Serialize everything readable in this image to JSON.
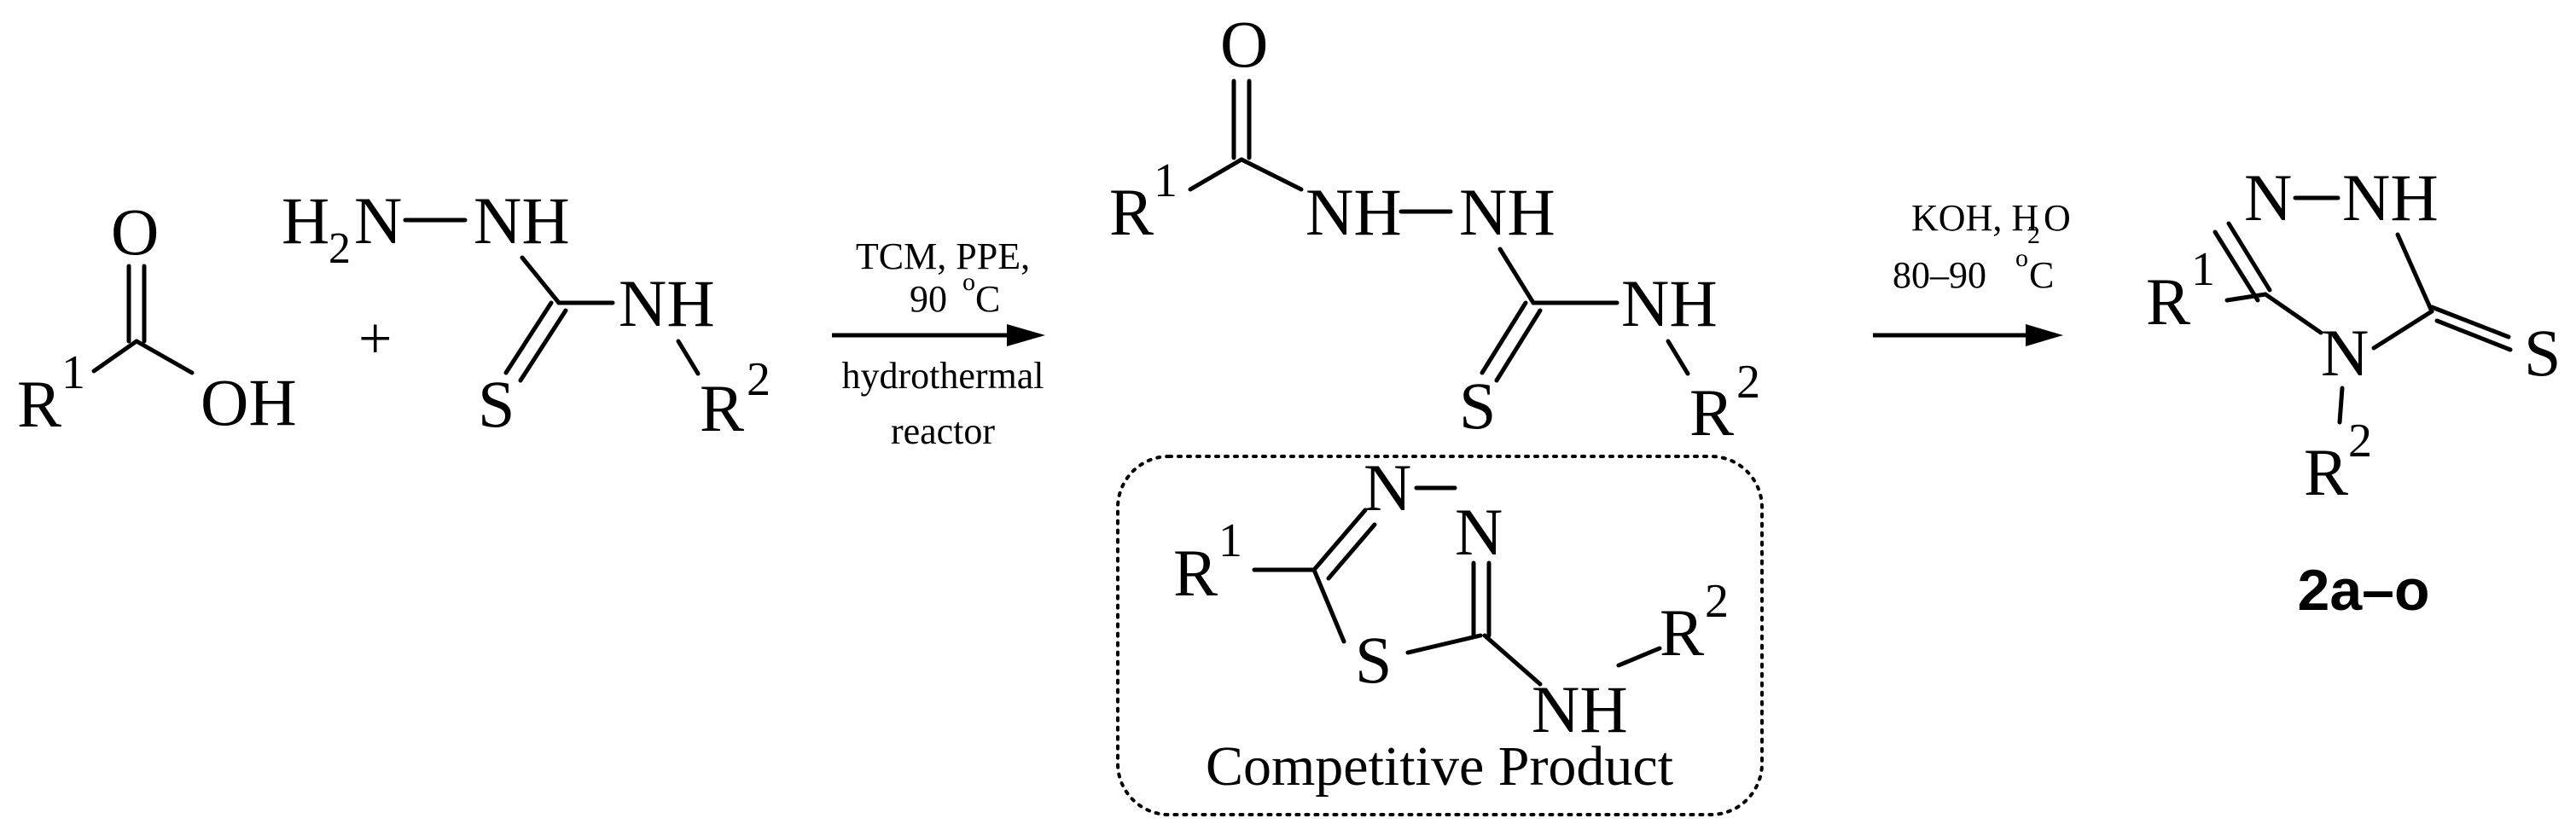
{
  "reactant1": {
    "oxygen": "O",
    "r_group": "R",
    "r_index": "1",
    "hydroxyl": "OH"
  },
  "plus_sign": "+",
  "reactant2": {
    "h": "H",
    "h_sub": "2",
    "n_amine": "N",
    "nh_left": "NH",
    "nh_right": "NH",
    "sulfur": "S",
    "r_group": "R",
    "r_index": "2"
  },
  "step1": {
    "reagents": "TCM, PPE,",
    "temp_value": "90",
    "temp_deg": "o",
    "temp_unit": "C",
    "method_line1": "hydrothermal",
    "method_line2": "reactor"
  },
  "intermediate": {
    "oxygen": "O",
    "r1": "R",
    "r1_index": "1",
    "nh1": "NH",
    "nh2": "NH",
    "nh3": "NH",
    "sulfur": "S",
    "r2": "R",
    "r2_index": "2"
  },
  "competitive_product": {
    "r1": "R",
    "r1_index": "1",
    "n1": "N",
    "n2": "N",
    "sulfur": "S",
    "nh": "NH",
    "r2": "R",
    "r2_index": "2",
    "label": "Competitive Product"
  },
  "step2": {
    "reagent": "KOH, H",
    "reagent_sub": "2",
    "reagent_tail": "O",
    "temp_range": "80–90",
    "temp_deg": "o",
    "temp_unit": "C"
  },
  "product": {
    "n_top": "N",
    "nh": "NH",
    "r1": "R",
    "r1_index": "1",
    "n_bottom": "N",
    "sulfur": "S",
    "r2": "R",
    "r2_index": "2",
    "compound_label": "2a–o"
  }
}
